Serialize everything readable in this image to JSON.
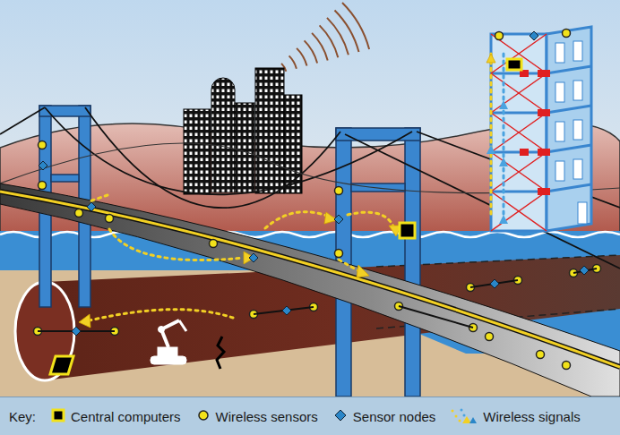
{
  "diagram": {
    "labels": [
      "Key:"
    ],
    "legend": [
      {
        "text": "Central computers"
      },
      {
        "text": "Wireless sensors"
      },
      {
        "text": "Sensor nodes"
      },
      {
        "text": "Wireless signals"
      }
    ]
  }
}
